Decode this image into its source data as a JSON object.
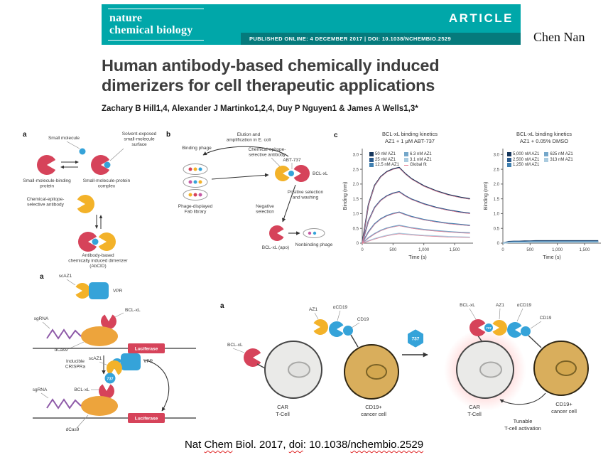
{
  "header": {
    "journal_line1": "nature",
    "journal_line2": "chemical biology",
    "article_label": "ARTICLE",
    "published_info": "PUBLISHED ONLINE: 4 DECEMBER 2017 | DOI: 10.1038/NCHEMBIO.2529"
  },
  "annotation": {
    "author_note": "Chen Nan"
  },
  "article": {
    "title_line1": "Human antibody-based chemically induced",
    "title_line2": "dimerizers for cell therapeutic applications",
    "authors": "Zachary B Hill1,4, Alexander J Martinko1,2,4, Duy P Nguyen1 & James A Wells1,3*"
  },
  "fig_abcid": {
    "panel_letter": "a",
    "small_molecule": "Small molecule",
    "solvent_l1": "Solvent-exposed",
    "solvent_l2": "small-molecule",
    "solvent_l3": "surface",
    "binder_l1": "Small-molecule-binding",
    "binder_l2": "protein",
    "complex_l1": "Small-molecule-protein",
    "complex_l2": "complex",
    "antibody_l1": "Chemical-epitope-",
    "antibody_l2": "selective antibody",
    "abcid_l1": "Antibody-based",
    "abcid_l2": "chemically induced dimerizer",
    "abcid_l3": "(AbCID)"
  },
  "fig_phage": {
    "panel_letter": "b",
    "binding_phage": "Binding phage",
    "elution_l1": "Elution and",
    "elution_l2": "amplification in E. coli",
    "fab_l1": "Phage-displayed",
    "fab_l2": "Fab library",
    "selective_l1": "Chemical-epitope-",
    "selective_l2": "selective antibody",
    "abt737": "ABT-737",
    "bclxl": "BCL-xL",
    "positive_l1": "Positive selection",
    "positive_l2": "and washing",
    "negative_l1": "Negative",
    "negative_l2": "selection",
    "nonbinding_phage": "Nonbinding phage",
    "bclxl_apo": "BCL-xL (apo)"
  },
  "fig_kinetics": {
    "panel_letter": "c"
  },
  "chart_data": [
    {
      "id": "kin1",
      "type": "line",
      "title_l1": "BCL-xL binding kinetics",
      "title_l2": "AZ1 + 1 μM ABT-737",
      "xlabel": "Time (s)",
      "ylabel": "Binding (nm)",
      "xlim": [
        0,
        1800
      ],
      "ylim": [
        0,
        3.2
      ],
      "yticks": [
        0,
        0.5,
        1.0,
        1.5,
        2.0,
        2.5,
        3.0
      ],
      "xticks": [
        0,
        500,
        1000,
        1500
      ],
      "xtick_labels": [
        "0",
        "500",
        "1,000",
        "1,500"
      ],
      "legend_position": "top-left",
      "grid": false,
      "t": [
        0,
        100,
        200,
        300,
        400,
        500,
        600,
        700,
        800,
        1000,
        1200,
        1400,
        1600,
        1750
      ],
      "series": [
        {
          "name": "50 nM AZ1",
          "color": "#16365c",
          "y": [
            0,
            1.3,
            1.95,
            2.25,
            2.42,
            2.51,
            2.56,
            2.35,
            2.18,
            1.94,
            1.77,
            1.64,
            1.55,
            1.5
          ]
        },
        {
          "name": "25 nM AZ1",
          "color": "#2a5a8c",
          "y": [
            0,
            0.75,
            1.2,
            1.45,
            1.6,
            1.69,
            1.74,
            1.6,
            1.49,
            1.33,
            1.21,
            1.12,
            1.05,
            1.01
          ]
        },
        {
          "name": "12.5 nM AZ1",
          "color": "#3f7fb0",
          "y": [
            0,
            0.38,
            0.65,
            0.82,
            0.93,
            1.0,
            1.05,
            0.97,
            0.9,
            0.8,
            0.73,
            0.67,
            0.63,
            0.6
          ]
        },
        {
          "name": "6.3 nM AZ1",
          "color": "#74a7ca",
          "y": [
            0,
            0.18,
            0.32,
            0.43,
            0.51,
            0.56,
            0.6,
            0.56,
            0.52,
            0.46,
            0.42,
            0.39,
            0.36,
            0.35
          ]
        },
        {
          "name": "3.1 nM AZ1",
          "color": "#aacbdf",
          "y": [
            0,
            0.08,
            0.15,
            0.21,
            0.26,
            0.3,
            0.33,
            0.31,
            0.29,
            0.26,
            0.24,
            0.22,
            0.21,
            0.2
          ]
        },
        {
          "name": "Global fit",
          "color": "#e58095",
          "fit": true
        }
      ]
    },
    {
      "id": "kin2",
      "type": "line",
      "title_l1": "BCL-xL binding kinetics",
      "title_l2": "AZ1 + 0.05% DMSO",
      "xlabel": "Time (s)",
      "ylabel": "Binding (nm)",
      "xlim": [
        0,
        1800
      ],
      "ylim": [
        0,
        3.2
      ],
      "yticks": [
        0,
        0.5,
        1.0,
        1.5,
        2.0,
        2.5,
        3.0
      ],
      "xticks": [
        0,
        500,
        1000,
        1500
      ],
      "xtick_labels": [
        "0",
        "500",
        "1,000",
        "1,500"
      ],
      "legend_position": "top-left",
      "grid": false,
      "t": [
        0,
        100,
        200,
        300,
        400,
        500,
        600,
        700,
        800,
        1000,
        1200,
        1400,
        1600,
        1750
      ],
      "series": [
        {
          "name": "5,000 nM AZ1",
          "color": "#16365c",
          "y": [
            0,
            0.05,
            0.06,
            0.06,
            0.07,
            0.07,
            0.08,
            0.08,
            0.08,
            0.08,
            0.08,
            0.08,
            0.08,
            0.08
          ]
        },
        {
          "name": "2,500 nM AZ1",
          "color": "#2a5a8c",
          "y": [
            0,
            0.04,
            0.05,
            0.05,
            0.05,
            0.06,
            0.06,
            0.06,
            0.06,
            0.06,
            0.06,
            0.06,
            0.06,
            0.06
          ]
        },
        {
          "name": "1,250 nM AZ1",
          "color": "#3f7fb0",
          "y": [
            0,
            0.03,
            0.04,
            0.04,
            0.04,
            0.05,
            0.05,
            0.05,
            0.05,
            0.05,
            0.05,
            0.05,
            0.05,
            0.05
          ]
        },
        {
          "name": "625 nM AZ1",
          "color": "#74a7ca",
          "y": [
            0,
            0.02,
            0.03,
            0.03,
            0.03,
            0.04,
            0.04,
            0.04,
            0.04,
            0.04,
            0.04,
            0.04,
            0.04,
            0.04
          ]
        },
        {
          "name": "313 nM AZ1",
          "color": "#aacbdf",
          "y": [
            0,
            0.02,
            0.02,
            0.02,
            0.02,
            0.03,
            0.03,
            0.03,
            0.03,
            0.03,
            0.03,
            0.03,
            0.03,
            0.03
          ]
        }
      ]
    }
  ],
  "fig_crispra": {
    "panel_letter": "a",
    "scaz1": "scAZ1",
    "vpr": "VPR",
    "bclxl": "BCL-xL",
    "sgrna": "sgRNA",
    "dcas9": "dCas9",
    "luciferase": "Luciferase",
    "inducible_l1": "Inducible",
    "inducible_l2": "CRISPRa",
    "mol737": "737"
  },
  "fig_car": {
    "panel_letter": "a",
    "az1": "AZ1",
    "acd19": "αCD19",
    "cd19": "CD19",
    "bclxl": "BCL-xL",
    "mol737": "737",
    "car_l1": "CAR",
    "car_l2": "T-Cell",
    "cancer_l1": "CD19+",
    "cancer_l2": "cancer cell",
    "tunable_l1": "Tunable",
    "tunable_l2": "T-cell activation"
  },
  "citation": {
    "segments": [
      {
        "text": "Nat "
      },
      {
        "text": "Chem",
        "underline": true
      },
      {
        "text": " Biol. 2017, "
      },
      {
        "text": "doi",
        "underline": true
      },
      {
        "text": ": 10.1038/"
      },
      {
        "text": "nchembio.2529",
        "underline": true
      }
    ]
  }
}
